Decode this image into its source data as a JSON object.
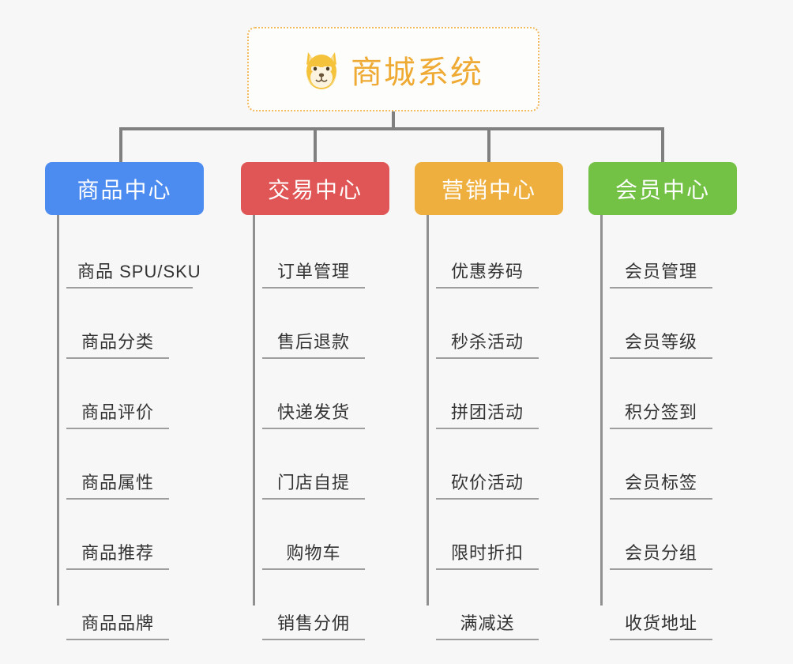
{
  "root": {
    "title": "商城系统",
    "icon": "shiba-inu-emoji",
    "color": "#eeaa33",
    "border_color": "#f0b95c"
  },
  "categories": [
    {
      "label": "商品中心",
      "color": "#4c8bf0",
      "items": [
        "商品 SPU/SKU",
        "商品分类",
        "商品评价",
        "商品属性",
        "商品推荐",
        "商品品牌"
      ]
    },
    {
      "label": "交易中心",
      "color": "#e05555",
      "items": [
        "订单管理",
        "售后退款",
        "快递发货",
        "门店自提",
        "购物车",
        "销售分佣"
      ]
    },
    {
      "label": "营销中心",
      "color": "#eeaf3e",
      "items": [
        "优惠券码",
        "秒杀活动",
        "拼团活动",
        "砍价活动",
        "限时折扣",
        "满减送"
      ]
    },
    {
      "label": "会员中心",
      "color": "#73c245",
      "items": [
        "会员管理",
        "会员等级",
        "积分签到",
        "会员标签",
        "会员分组",
        "收货地址"
      ]
    }
  ]
}
